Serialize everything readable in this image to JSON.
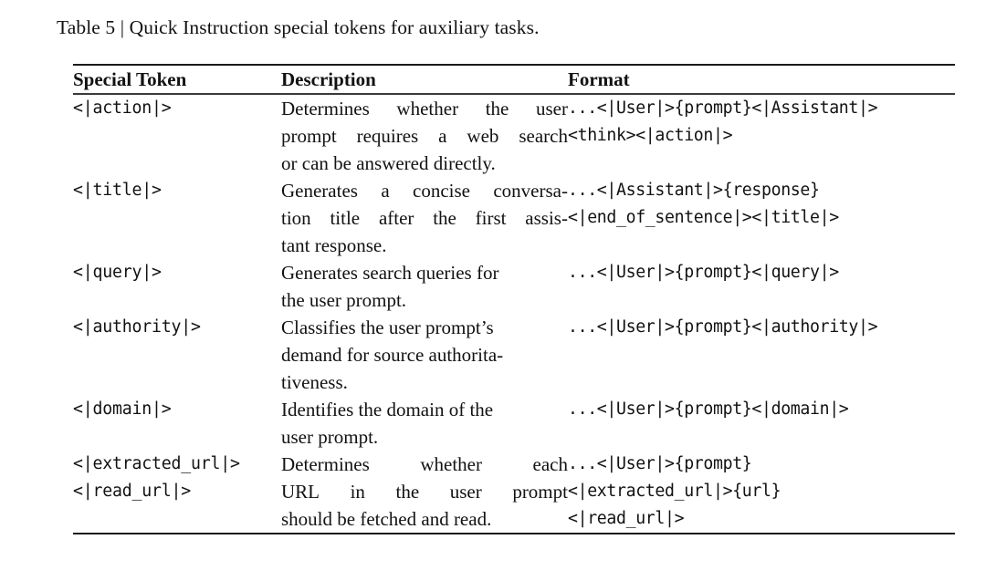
{
  "caption": "Table 5 | Quick Instruction special tokens for auxiliary tasks.",
  "table": {
    "columns": [
      "Special Token",
      "Description",
      "Format"
    ],
    "rows": [
      {
        "token_lines": [
          "<|action|>"
        ],
        "description": "Determines whether the user prompt requires a web search or can be answered directly.",
        "description_lines": [
          "Determines whether the user",
          "prompt requires a web search",
          "or can be answered directly."
        ],
        "format_lines": [
          "...<|User|>{prompt}<|Assistant|>",
          "<think><|action|>"
        ]
      },
      {
        "token_lines": [
          "<|title|>"
        ],
        "description": "Generates a concise conversation title after the first assistant response.",
        "description_lines": [
          "Generates a concise conversa-",
          "tion title after the first assis-",
          "tant response."
        ],
        "format_lines": [
          "...<|Assistant|>{response}",
          "<|end_of_sentence|><|title|>"
        ]
      },
      {
        "token_lines": [
          "<|query|>"
        ],
        "description": "Generates search queries for the user prompt.",
        "description_lines": [
          "Generates search queries for",
          "the user prompt."
        ],
        "format_lines": [
          "...<|User|>{prompt}<|query|>"
        ]
      },
      {
        "token_lines": [
          "<|authority|>"
        ],
        "description": "Classifies the user prompt’s demand for source authoritativeness.",
        "description_lines": [
          "Classifies the user prompt’s",
          "demand for source authorita-",
          "tiveness."
        ],
        "format_lines": [
          "...<|User|>{prompt}<|authority|>"
        ]
      },
      {
        "token_lines": [
          "<|domain|>"
        ],
        "description": "Identifies the domain of the user prompt.",
        "description_lines": [
          "Identifies the domain of the",
          "user prompt."
        ],
        "format_lines": [
          "...<|User|>{prompt}<|domain|>"
        ]
      },
      {
        "token_lines": [
          "<|extracted_url|>",
          "<|read_url|>"
        ],
        "description": "Determines whether each URL in the user prompt should be fetched and read.",
        "description_lines": [
          "Determines whether each",
          "URL in the user prompt",
          "should be fetched and read."
        ],
        "format_lines": [
          "...<|User|>{prompt}",
          "<|extracted_url|>{url}",
          "<|read_url|>"
        ]
      }
    ]
  }
}
